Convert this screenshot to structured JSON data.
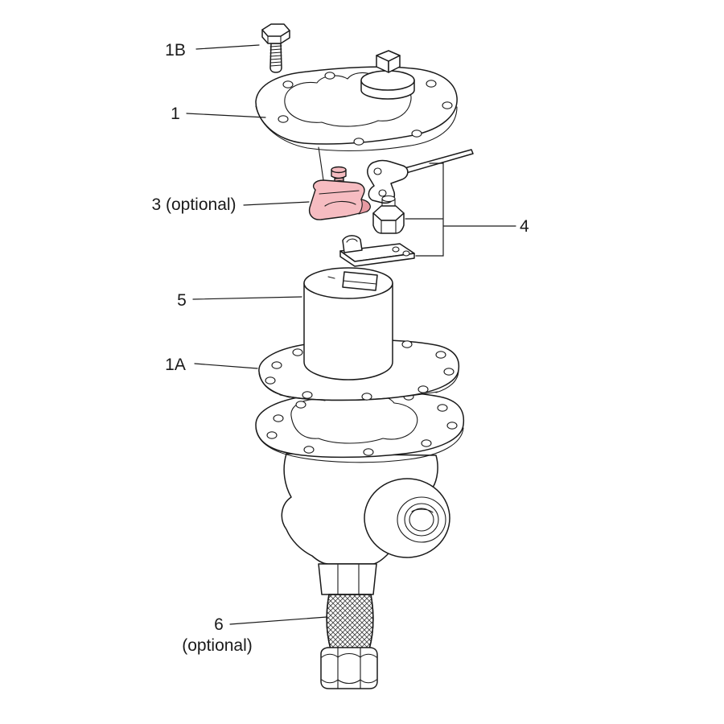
{
  "colors": {
    "line": "#1a1a1a",
    "highlight": "#f6bcc1",
    "highlight_shade": "#e79aa2",
    "background": "#ffffff"
  },
  "labels": {
    "l1b": "1B",
    "l1": "1",
    "l3": "3 (optional)",
    "l4": "4",
    "l5": "5",
    "l1a": "1A",
    "l6": "6",
    "l6_sub": "(optional)"
  }
}
